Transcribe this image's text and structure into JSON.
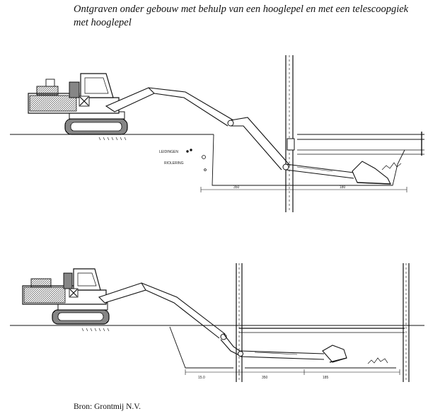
{
  "caption": {
    "line1": "Ontgraven onder gebouw met behulp van een hooglepel en met een telescoopgiek",
    "line2": "met hooglepel"
  },
  "source": "Bron: Grontmij N.V.",
  "figure_top": {
    "labels": {
      "leidingen": "LEIDINGEN",
      "riolering": "RIOLERING",
      "dim_left": "350",
      "dim_right": "180"
    }
  },
  "figure_bottom": {
    "labels": {
      "dim_a": "15.0",
      "dim_b": "350",
      "dim_c": "185"
    }
  }
}
